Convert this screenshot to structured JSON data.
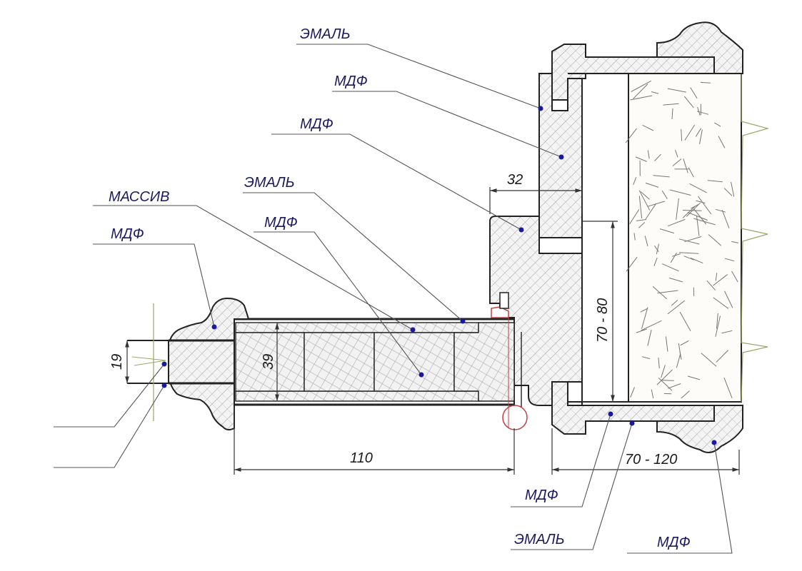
{
  "labels": {
    "enamel_top": "ЭМАЛЬ",
    "mdf_top1": "МДФ",
    "mdf_top2": "МДФ",
    "enamel_mid": "ЭМАЛЬ",
    "massiv": "МАССИВ",
    "mdf_mid": "МДФ",
    "mdf_left": "МДФ",
    "mdf_bottom1": "МДФ",
    "enamel_bottom": "ЭМАЛЬ",
    "mdf_bottom2": "МДФ"
  },
  "dimensions": {
    "d32": "32",
    "d70_80": "70 - 80",
    "d19": "19",
    "d39": "39",
    "d110": "110",
    "d70_120": "70 - 120"
  },
  "colors": {
    "line": "#1a1a1a",
    "leader": "#555555",
    "dot": "#1a1aa0",
    "hatch": "#8a8a8a",
    "accent": "#c04040"
  }
}
